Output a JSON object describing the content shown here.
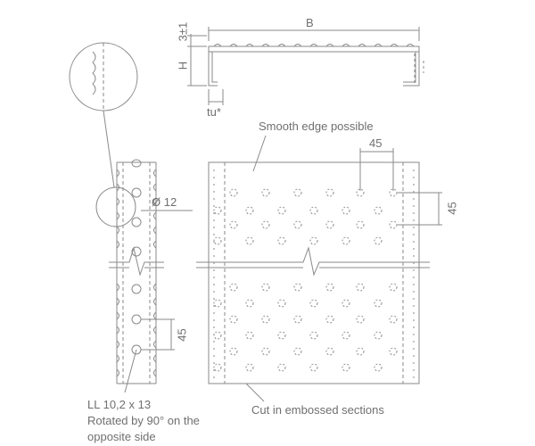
{
  "section_view": {
    "width_label": "B",
    "height_label": "H",
    "lip_label": "3±1",
    "thickness_label": "tu*"
  },
  "plan_view": {
    "smooth_edge_note": "Smooth edge possible",
    "hole_pitch_x": "45",
    "hole_pitch_y": "45",
    "cut_note": "Cut in embossed sections"
  },
  "side_view": {
    "hole_diameter": "Ø 12",
    "slot_pitch": "45",
    "slot_line1": "LL 10,2 x 13",
    "slot_line2": "Rotated by 90° on the",
    "slot_line3": "opposite side"
  }
}
